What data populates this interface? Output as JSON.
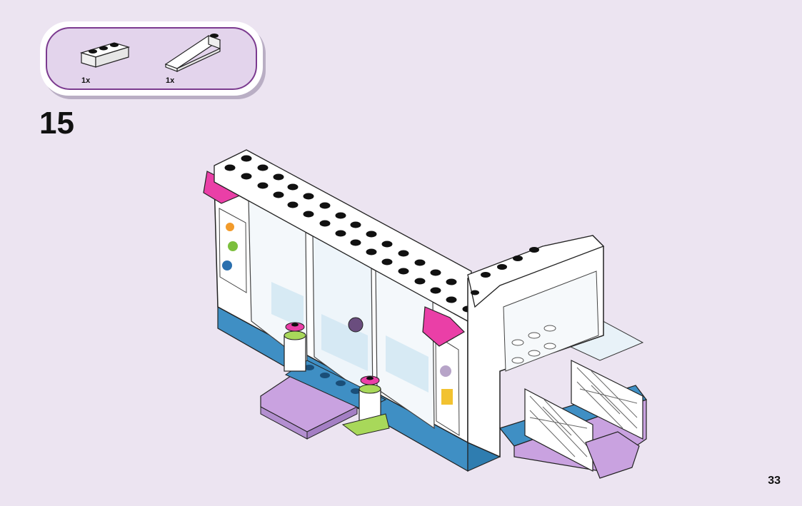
{
  "parts_callout": {
    "items": [
      {
        "name": "white-brick-1x3",
        "qty": "1x"
      },
      {
        "name": "white-slope-wedge",
        "qty": "1x"
      }
    ]
  },
  "step": {
    "number": "15"
  },
  "page": {
    "number": "33"
  },
  "colors": {
    "background": "#ece4f1",
    "callout_fill": "#e3d4ec",
    "callout_border": "#7b3a8f",
    "brick_white": "#ffffff",
    "stud_black": "#111111",
    "awning_pink": "#ea3fa7",
    "base_blue": "#3f8fc4",
    "ramp_lavender": "#c9a2e0",
    "floor_lightblue": "#cfe6f3",
    "lime": "#a8d85a"
  }
}
